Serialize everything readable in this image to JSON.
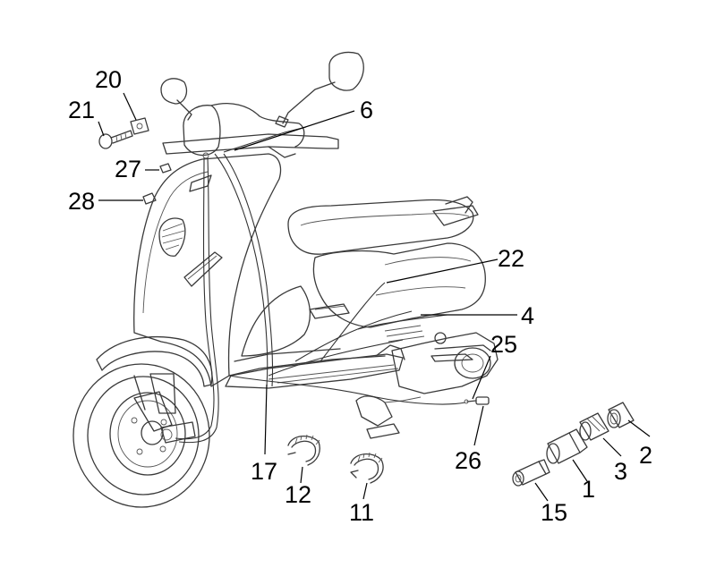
{
  "callouts": {
    "c20": "20",
    "c21": "21",
    "c6": "6",
    "c27": "27",
    "c28": "28",
    "c22": "22",
    "c4": "4",
    "c25": "25",
    "c2": "2",
    "c26": "26",
    "c3": "3",
    "c17": "17",
    "c12": "12",
    "c1": "1",
    "c11": "11",
    "c15": "15"
  }
}
